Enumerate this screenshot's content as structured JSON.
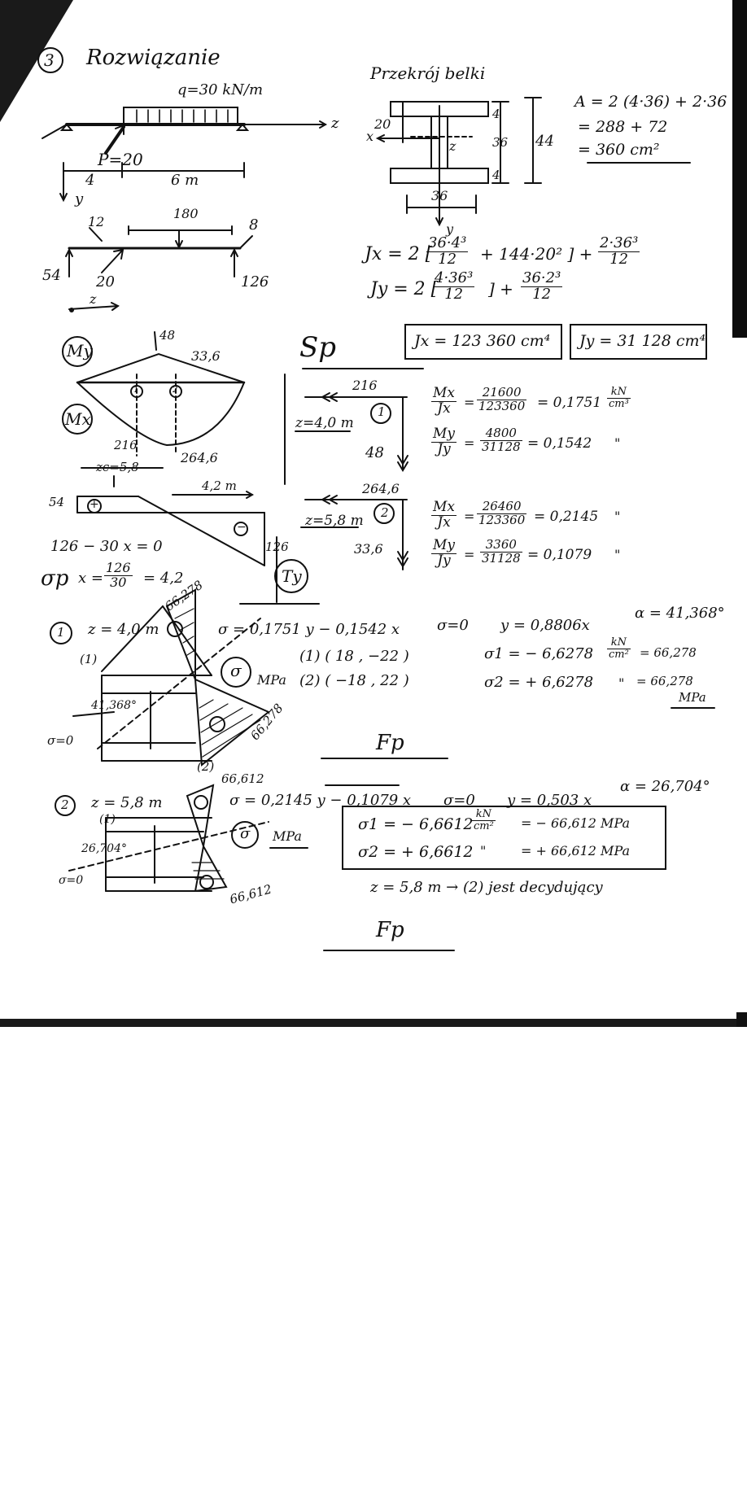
{
  "header": {
    "number": "3",
    "title": "Rozwiązanie"
  },
  "beam": {
    "load_q": "q=30 kN/m",
    "axis_z": "z",
    "force_P": "P=20",
    "span_left": "4",
    "span_right": "6 m",
    "axis_y": "y"
  },
  "fbd": {
    "f12": "12",
    "f180": "180",
    "f8": "8",
    "r54": "54",
    "f20": "20",
    "r126": "126",
    "z": "z"
  },
  "section": {
    "title": "Przekrój belki",
    "dim_20": "20",
    "dim_4a": "4",
    "dim_36h": "36",
    "dim_44": "44",
    "dim_4b": "4",
    "dim_36w": "36",
    "x": "x",
    "z": "z",
    "y": "y",
    "area_1": "A = 2 (4·36) + 2·36",
    "area_2": "= 288 + 72",
    "area_3": "= 360 cm²"
  },
  "inertia": {
    "jx_lhs": "Jx = 2 [",
    "jx_f1n": "36·4³",
    "jx_f1d": "12",
    "jx_mid": "+ 144·20² ] +",
    "jx_f2n": "2·36³",
    "jx_f2d": "12",
    "jy_lhs": "Jy = 2 [",
    "jy_f1n": "4·36³",
    "jy_f1d": "12",
    "jy_mid": "] +",
    "jy_f2n": "36·2³",
    "jy_f2d": "12",
    "jx_result": "Jx = 123 360 cm⁴",
    "jy_result": "Jy = 31 128 cm⁴"
  },
  "diagrams": {
    "my_label": "My",
    "mx_label": "Mx",
    "v48": "48",
    "v336": "33,6",
    "c1": "1",
    "c2": "2",
    "v216": "216",
    "v2646": "264,6",
    "zc": "zc=5,8",
    "d42": "4,2 m",
    "v54": "54",
    "plus": "+",
    "minus": "−",
    "v126": "126",
    "ty_label": "Ty",
    "eq1": "126 − 30 x = 0",
    "eq2_lhs": "x =",
    "eq2_n": "126",
    "eq2_d": "30",
    "eq2_rhs": "= 4,2"
  },
  "sp": {
    "title": "Sp",
    "s1_top": "216",
    "s1_z": "z=4,0 m",
    "s1_num": "1",
    "s1_side": "48",
    "s1_mx_n": "Mx",
    "s1_mx_d": "Jx",
    "s1_mx_v_n": "21600",
    "s1_mx_v_d": "123360",
    "s1_mx_res": "= 0,1751",
    "unit_n": "kN",
    "unit_d": "cm³",
    "s1_my_n": "My",
    "s1_my_d": "Jy",
    "s1_my_v_n": "4800",
    "s1_my_v_d": "31128",
    "s1_my_res": "= 0,1542",
    "ditto": "\"",
    "s2_top": "264,6",
    "s2_z": "z=5,8 m",
    "s2_num": "2",
    "s2_side": "33,6",
    "s2_mx_n": "Mx",
    "s2_mx_d": "Jx",
    "s2_mx_v_n": "26460",
    "s2_mx_v_d": "123360",
    "s2_mx_res": "= 0,2145",
    "s2_my_n": "My",
    "s2_my_d": "Jy",
    "s2_my_v_n": "3360",
    "s2_my_v_d": "31128",
    "s2_my_res": "= 0,1079"
  },
  "gp": {
    "title": "σp",
    "p1_num": "1",
    "p1_z": "z = 4,0 m",
    "p1_top": "66,278",
    "p1_bottom": "66,278",
    "p1_angle": "41,368°",
    "sig0": "σ=0",
    "p1_pt1": "(1)",
    "p1_pt2": "(2)",
    "p1_eq": "σ = 0,1751 y − 0,1542 x",
    "p1_c1": "(1) ( 18 , −22 )",
    "p1_c2": "(2) ( −18 , 22 )",
    "sigma_sym": "σ",
    "mpa": "MPa",
    "p1_zero": "σ=0",
    "p1_y": "y = 0,8806x",
    "p1_alpha": "α = 41,368°",
    "p1_s1": "σ1 = − 6,6278",
    "p1_s1_unit_n": "kN",
    "p1_s1_unit_d": "cm²",
    "p1_s1_mpa": "= 66,278",
    "p1_s2": "σ2 = + 6,6278",
    "p1_s2_mpa": "= 66,278",
    "p1_s2_unit": "MPa",
    "fin1": "Fp",
    "p2_num": "2",
    "p2_z": "z = 5,8 m",
    "p2_top": "66,612",
    "p2_bottom": "66,612",
    "p2_angle": "26,704°",
    "p2_pt1": "(1)",
    "p2_eq": "σ = 0,2145 y − 0,1079 x",
    "p2_zero": "σ=0",
    "p2_y": "y = 0,503 x",
    "p2_alpha": "α = 26,704°",
    "p2_s1": "σ1 = − 6,6612",
    "p2_s1_unit_n": "kN",
    "p2_s1_unit_d": "cm²",
    "p2_s1_mpa": "= − 66,612 MPa",
    "p2_s2": "σ2 = + 6,6612",
    "p2_s2_mpa": "= + 66,612 MPa",
    "conclusion": "z = 5,8 m → (2) jest decydujący",
    "fin2": "Fp"
  }
}
